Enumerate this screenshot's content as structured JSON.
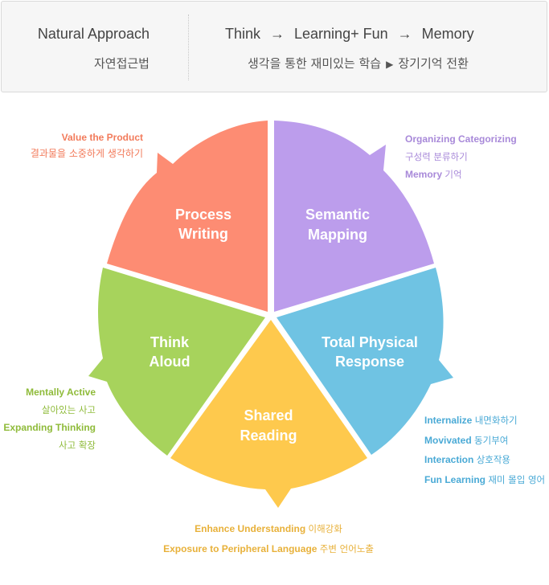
{
  "header": {
    "left_title": "Natural Approach",
    "left_subtitle": "자연접근법",
    "right_title": {
      "step1": "Think",
      "arrow": "→",
      "step2": "Learning+ Fun",
      "step3": "Memory"
    },
    "right_subtitle": {
      "part1": "생각을 통한 재미있는 학습",
      "triangle": "▶",
      "part2": "장기기억 전환"
    }
  },
  "wheel": {
    "segments": [
      {
        "line1": "Process",
        "line2": "Writing",
        "color": "#fd8c73"
      },
      {
        "line1": "Semantic",
        "line2": "Mapping",
        "color": "#bc9dec"
      },
      {
        "line1": "Total Physical",
        "line2": "Response",
        "color": "#6fc3e3"
      },
      {
        "line1": "Shared",
        "line2": "Reading",
        "color": "#fec94d"
      },
      {
        "line1": "Think",
        "line2": "Aloud",
        "color": "#a7d35c"
      }
    ]
  },
  "notes": {
    "process_writing": {
      "line1": "Value the Product",
      "line2": "결과물을 소중하게 생각하기"
    },
    "semantic_mapping": {
      "line1": "Organizing Categorizing",
      "line2": "구성력 분류하기",
      "line3_en": "Memory",
      "line3_ko": "기억"
    },
    "think_aloud": {
      "item1_en": "Mentally Active",
      "item1_ko": "살아있는 사고",
      "item2_en": "Expanding Thinking",
      "item2_ko": "사고 확장"
    },
    "tpr": {
      "items": [
        {
          "en": "Internalize",
          "ko": "내면화하기"
        },
        {
          "en": "Movivated",
          "ko": "동기부여"
        },
        {
          "en": "Interaction",
          "ko": "상호작용"
        },
        {
          "en": "Fun Learning",
          "ko": "재미 몰입 영어"
        }
      ]
    },
    "shared_reading": {
      "item1_en": "Enhance Understanding",
      "item1_ko": "이해강화",
      "item2_en": "Exposure to Peripheral Language",
      "item2_ko": "주변 언어노출"
    }
  }
}
